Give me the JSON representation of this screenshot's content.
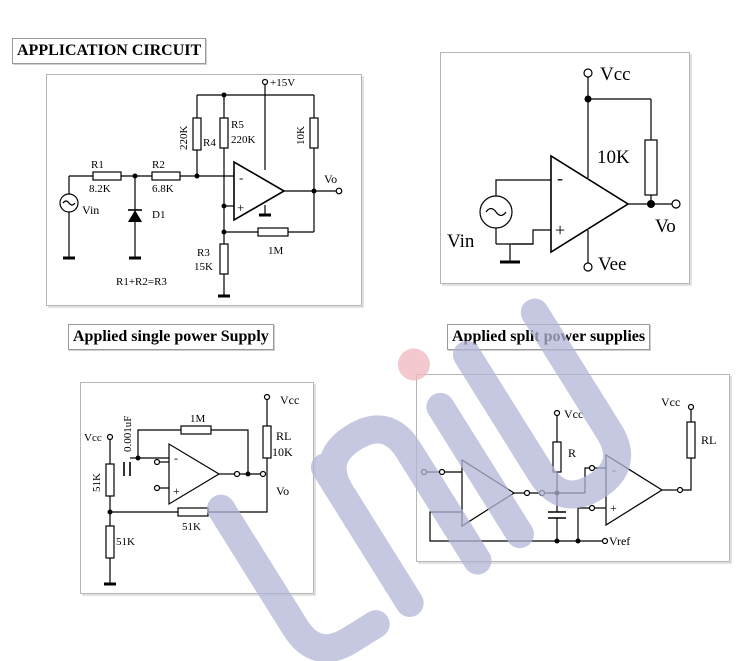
{
  "headings": {
    "application": "APPLICATION CIRCUIT",
    "single_supply": "Applied single power Supply",
    "split_supply": "Applied split power supplies"
  },
  "c1": {
    "vplus": "+15V",
    "r4_val": "220K",
    "r4": "R4",
    "r5": "R5",
    "r5_val": "220K",
    "r10k": "10K",
    "r1": "R1",
    "r1_val": "8.2K",
    "r2": "R2",
    "r2_val": "6.8K",
    "d1": "D1",
    "vin": "Vin",
    "minus": "-",
    "plus": "+",
    "vo": "Vo",
    "r3": "R3",
    "r3_val": "15K",
    "r1m": "1M",
    "eq": "R1+R2=R3"
  },
  "c2": {
    "vcc": "Vcc",
    "r10k": "10K",
    "minus": "-",
    "plus": "+",
    "vin": "Vin",
    "vo": "Vo",
    "vee": "Vee"
  },
  "c3": {
    "vcc_top": "Vcc",
    "cap": "0.001uF",
    "r1m": "1M",
    "rl": "RL",
    "rl_val": "10K",
    "vcc_left": "Vcc",
    "r51k_top": "51K",
    "r51k_mid": "51K",
    "r51k_bot": "51K",
    "minus": "-",
    "plus": "+",
    "vo": "Vo"
  },
  "c4": {
    "vcc_mid": "Vcc",
    "r": "R",
    "vcc_right": "Vcc",
    "rl": "RL",
    "minus": "-",
    "plus": "+",
    "vref": "Vref"
  },
  "watermark": {
    "text": "uniU",
    "color": "#b4b6d8",
    "accent": "#f0b8bf"
  }
}
